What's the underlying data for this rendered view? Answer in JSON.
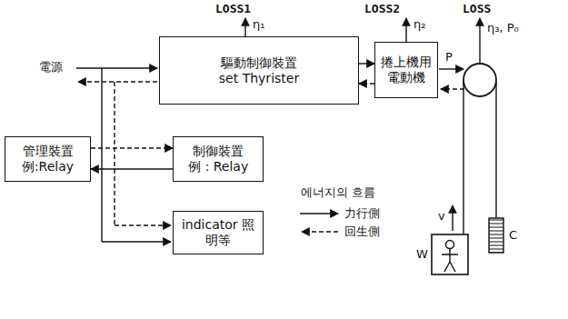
{
  "diagram": {
    "nodes": [
      {
        "text": [
          "驅動制御裝置",
          "set Thyrister"
        ]
      },
      {
        "text": [
          "捲上機用 電動機"
        ]
      },
      {
        "text": [
          "管理裝置 例:Relay"
        ]
      },
      {
        "text": [
          "制御裝置 例：Relay"
        ]
      },
      {
        "text": [
          "indicator 照明等"
        ]
      }
    ],
    "edges": [
      {
        "from": 0,
        "to": 1,
        "arrow": "to"
      },
      {
        "from": 1,
        "to": 0,
        "arrow": "to"
      },
      {
        "from": 2,
        "to": 3,
        "arrow": "to"
      },
      {
        "from": 3,
        "to": 2,
        "arrow": "to"
      }
    ],
    "labels": [
      "LOSS1",
      "η₁",
      "LOSS2",
      "η₂",
      "LOSS",
      "η₃, P₀",
      "P",
      "v",
      "W",
      "C",
      "電源",
      "에너지의 흐름"
    ],
    "legend": [
      {
        "text": "力行側"
      },
      {
        "text": "回生側"
      }
    ]
  }
}
